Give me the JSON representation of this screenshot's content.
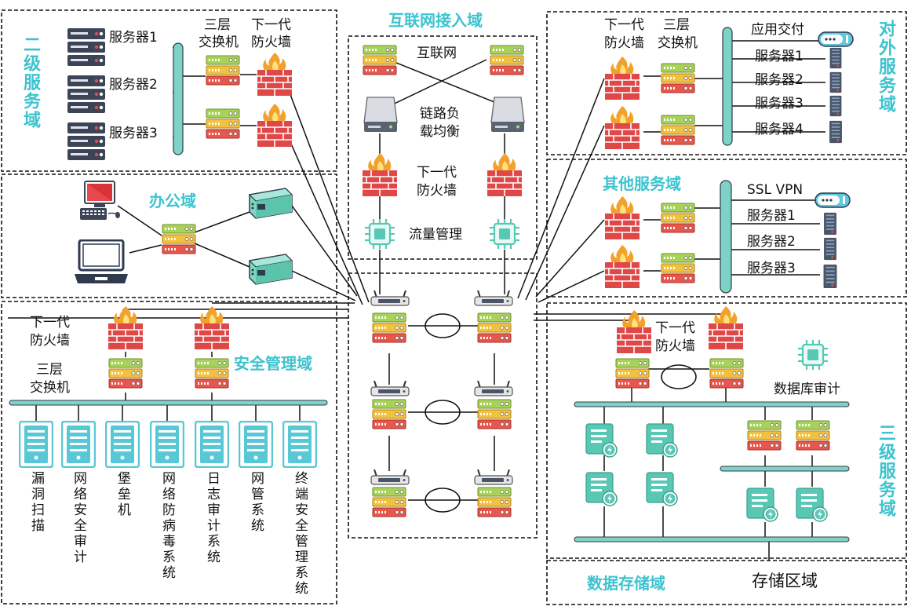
{
  "domains": {
    "level2": "二级服务域",
    "internet": "互联网接入域",
    "external": "对外服务域",
    "office": "办公域",
    "other": "其他服务域",
    "security": "安全管理域",
    "level3": "三级服务域",
    "data_storage": "数据存储域",
    "storage_area": "存储区域"
  },
  "level2_zone": {
    "servers": [
      "服务器1",
      "服务器2",
      "服务器3"
    ],
    "switch_label": [
      "三层",
      "交换机"
    ],
    "firewall_label": [
      "下一代",
      "防火墙"
    ]
  },
  "internet_zone": {
    "internet_label": "互联网",
    "load_balancer_label": [
      "链路负",
      "载均衡"
    ],
    "firewall_label": [
      "下一代",
      "防火墙"
    ],
    "traffic_label": "流量管理"
  },
  "external_zone": {
    "firewall_label": [
      "下一代",
      "防火墙"
    ],
    "switch_label": [
      "三层",
      "交换机"
    ],
    "app_delivery": "应用交付",
    "servers": [
      "服务器1",
      "服务器2",
      "服务器3",
      "服务器4"
    ]
  },
  "other_zone": {
    "ssl_vpn": "SSL VPN",
    "servers": [
      "服务器1",
      "服务器2",
      "服务器3"
    ]
  },
  "security_zone": {
    "firewall_label": [
      "下一代",
      "防火墙"
    ],
    "switch_label": [
      "三层",
      "交换机"
    ],
    "systems": [
      "漏洞扫描",
      "网络安全审计",
      "堡垒机",
      "网络防病毒系统",
      "日志审计系统",
      "网管系统",
      "终端安全管理系统"
    ]
  },
  "level3_zone": {
    "firewall_label": [
      "下一代",
      "防火墙"
    ],
    "db_audit": "数据库审计"
  },
  "colors": {
    "domain_text": "#3cc3cf",
    "zone_border": "#111111",
    "bus": "#7ed3c5",
    "firewall": "#e04848",
    "switch_green": "#a8d35a",
    "switch_yellow": "#f3c140",
    "switch_red": "#e8564d"
  }
}
